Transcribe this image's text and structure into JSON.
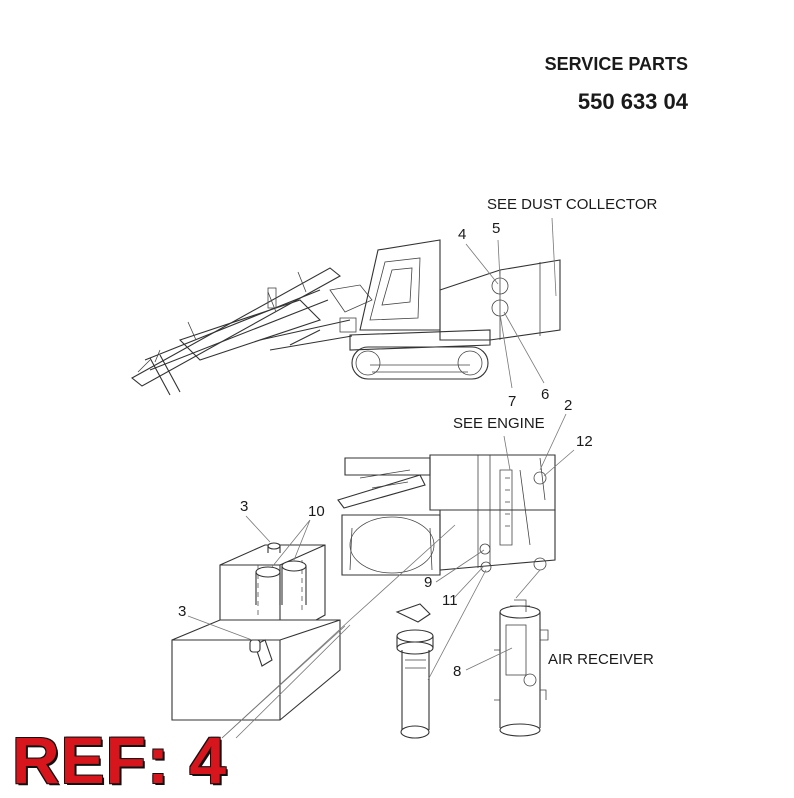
{
  "header": {
    "title": "SERVICE PARTS",
    "part_number": "550 633 04"
  },
  "labels": {
    "see_dust_collector": "SEE DUST COLLECTOR",
    "see_engine": "SEE ENGINE",
    "air_receiver": "AIR RECEIVER"
  },
  "callouts": {
    "c4": "4",
    "c5": "5",
    "c6": "6",
    "c7": "7",
    "c2": "2",
    "c12": "12",
    "c3a": "3",
    "c10": "10",
    "c9": "9",
    "c11": "11",
    "c3b": "3",
    "c8": "8"
  },
  "reference": "REF: 4"
}
